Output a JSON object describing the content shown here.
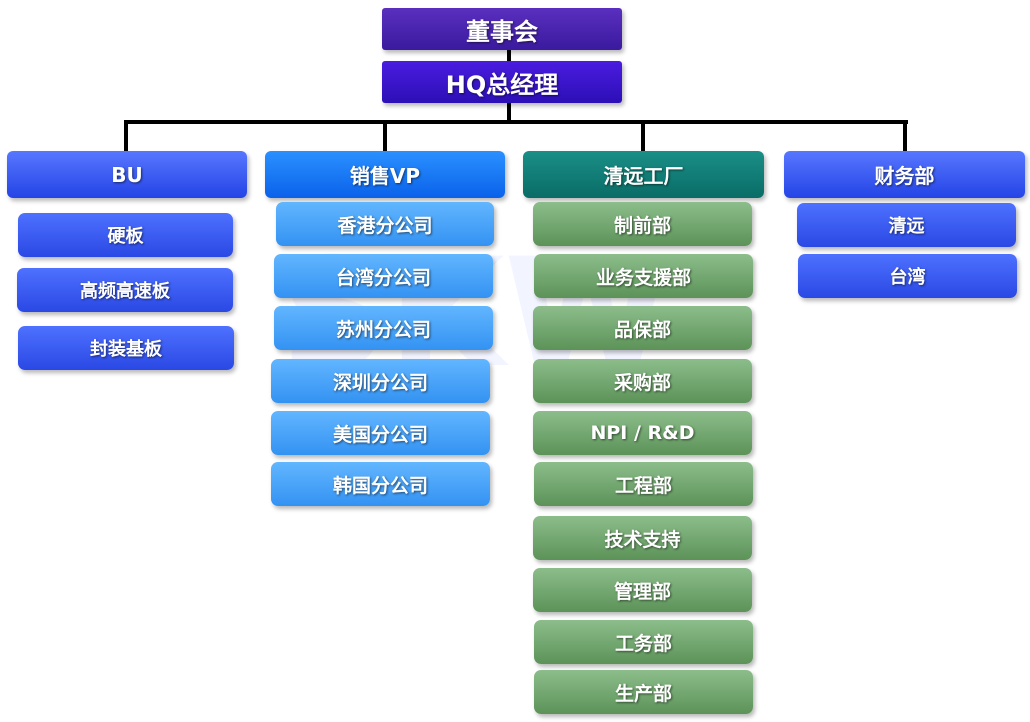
{
  "top": {
    "board": "董事会",
    "gm": "HQ总经理"
  },
  "columns": [
    {
      "head": "BU",
      "items": [
        "硬板",
        "高频高速板",
        "封装基板"
      ]
    },
    {
      "head": "销售VP",
      "items": [
        "香港分公司",
        "台湾分公司",
        "苏州分公司",
        "深圳分公司",
        "美国分公司",
        "韩国分公司"
      ]
    },
    {
      "head": "清远工厂",
      "items": [
        "制前部",
        "业务支援部",
        "品保部",
        "采购部",
        "NPI / R&D",
        "工程部",
        "技术支持",
        "管理部",
        "工务部",
        "生产部"
      ]
    },
    {
      "head": "财务部",
      "items": [
        "清远",
        "台湾"
      ]
    }
  ]
}
